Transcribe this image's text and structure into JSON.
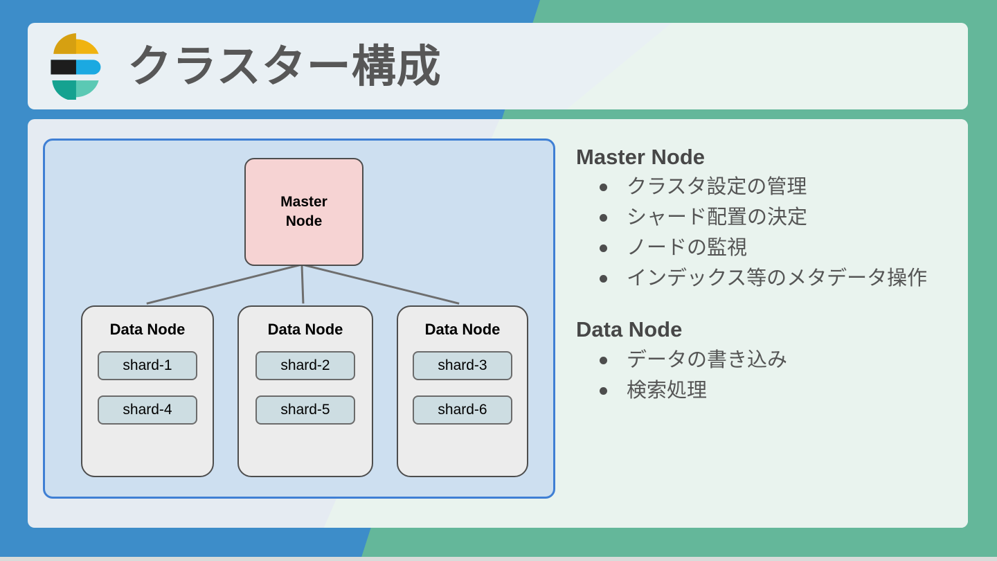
{
  "slide": {
    "title": "クラスター構成",
    "logo_name": "elastic-logo"
  },
  "colors": {
    "bg_blue": "#3d8dc9",
    "bg_green": "#64b79a",
    "card_blue_tint": "#e5ebf2",
    "card_green_tint": "#e9f3ee",
    "diagram_panel_fill": "#cddff0",
    "diagram_panel_border": "#3f7fd4",
    "master_node_fill": "#f6d3d3",
    "data_node_fill": "#ececec",
    "shard_fill": "#cddde2",
    "node_border": "#4d4d4d",
    "title_text": "#575757",
    "body_text": "#555555"
  },
  "diagram": {
    "master": {
      "line1": "Master",
      "line2": "Node"
    },
    "data_nodes": [
      {
        "title": "Data Node",
        "shards": [
          "shard-1",
          "shard-4"
        ]
      },
      {
        "title": "Data Node",
        "shards": [
          "shard-2",
          "shard-5"
        ]
      },
      {
        "title": "Data Node",
        "shards": [
          "shard-3",
          "shard-6"
        ]
      }
    ]
  },
  "sections": [
    {
      "title": "Master Node",
      "bullets": [
        "クラスタ設定の管理",
        "シャード配置の決定",
        "ノードの監視",
        "インデックス等のメタデータ操作"
      ]
    },
    {
      "title": "Data Node",
      "bullets": [
        "データの書き込み",
        "検索処理"
      ]
    }
  ]
}
